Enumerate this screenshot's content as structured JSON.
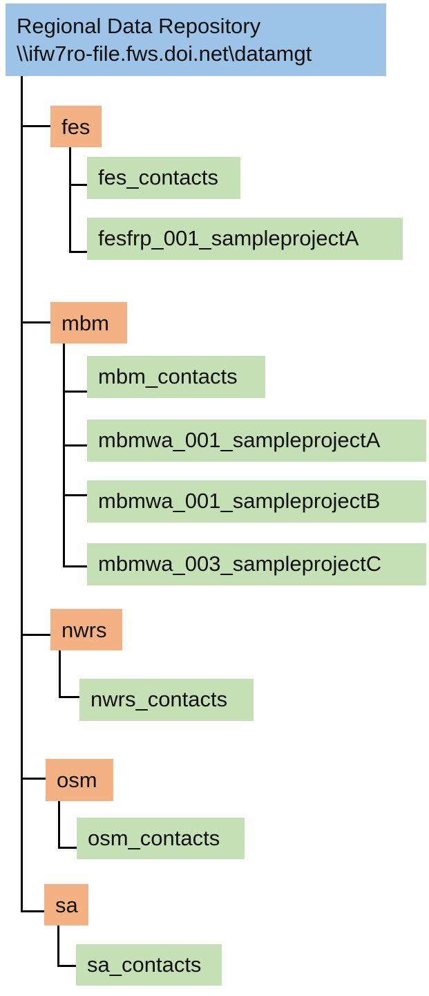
{
  "root": {
    "title": "Regional Data Repository",
    "path": "\\\\ifw7ro-file.fws.doi.net\\datamgt"
  },
  "folders": [
    {
      "name": "fes",
      "children": [
        "fes_contacts",
        "fesfrp_001_sampleprojectA"
      ]
    },
    {
      "name": "mbm",
      "children": [
        "mbm_contacts",
        "mbmwa_001_sampleprojectA",
        "mbmwa_001_sampleprojectB",
        "mbmwa_003_sampleprojectC"
      ]
    },
    {
      "name": "nwrs",
      "children": [
        "nwrs_contacts"
      ]
    },
    {
      "name": "osm",
      "children": [
        "osm_contacts"
      ]
    },
    {
      "name": "sa",
      "children": [
        "sa_contacts"
      ]
    }
  ],
  "colors": {
    "root": "#9dc3e6",
    "department": "#f4b183",
    "subfolder": "#c5e0b4",
    "connector": "#000000"
  }
}
